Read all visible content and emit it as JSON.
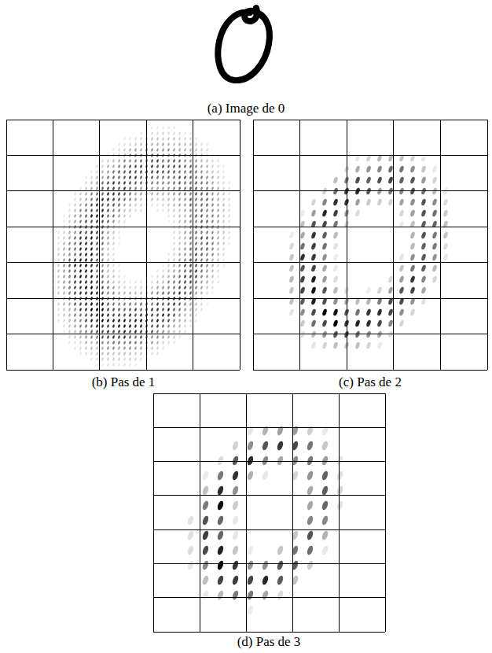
{
  "diagram": {
    "labels": [
      "(a) Image de 0",
      "(b) Pas de 1",
      "(c) Pas de 2",
      "(d) Pas de 3"
    ]
  }
}
